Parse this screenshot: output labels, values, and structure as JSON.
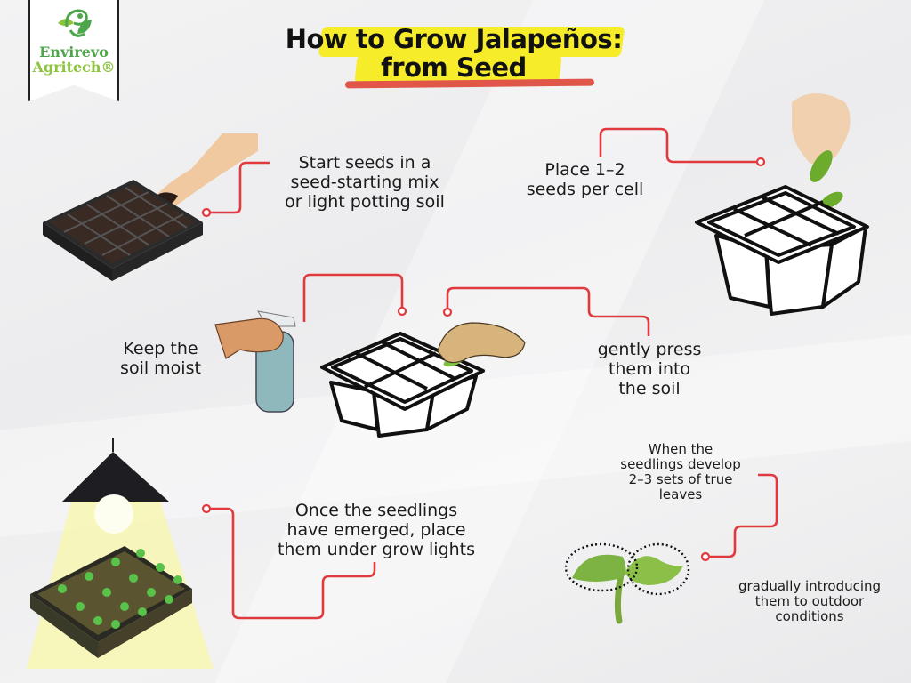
{
  "logo": {
    "line1": "Envirevo",
    "line2": "Agritech®",
    "colors": {
      "primary": "#4ea64a",
      "secondary": "#8cc43f"
    }
  },
  "title": {
    "line1": "How to Grow Jalapeños:",
    "line2": "from Seed",
    "highlight_color": "#f6ec2a",
    "underline_color": "#e0574a"
  },
  "connector_color": "#e03a3e",
  "steps": [
    {
      "id": "start-seeds",
      "lines": [
        "Start seeds in a",
        "seed-starting mix",
        "or light potting soil"
      ],
      "illustration": "seed-tray-with-soil"
    },
    {
      "id": "place-seeds",
      "lines": [
        "Place 1–2",
        "seeds per cell"
      ],
      "illustration": "hand-dropping-seeds-into-tray"
    },
    {
      "id": "keep-moist",
      "lines": [
        "Keep the",
        "soil moist"
      ],
      "illustration": "hand-spray-bottle"
    },
    {
      "id": "press-seeds",
      "lines": [
        "gently press",
        "them into",
        "the soil"
      ],
      "illustration": "hand-pressing-seed-into-tray"
    },
    {
      "id": "grow-lights",
      "lines": [
        "Once the seedlings",
        "have emerged, place",
        "them under grow lights"
      ],
      "illustration": "lamp-over-seedling-tray"
    },
    {
      "id": "true-leaves",
      "lines": [
        "When the",
        "seedlings develop",
        "2–3 sets of true",
        "leaves"
      ],
      "illustration": "seedling-with-dotted-leaves"
    },
    {
      "id": "harden-off",
      "lines": [
        "gradually introducing",
        "them to outdoor",
        "conditions"
      ]
    }
  ]
}
